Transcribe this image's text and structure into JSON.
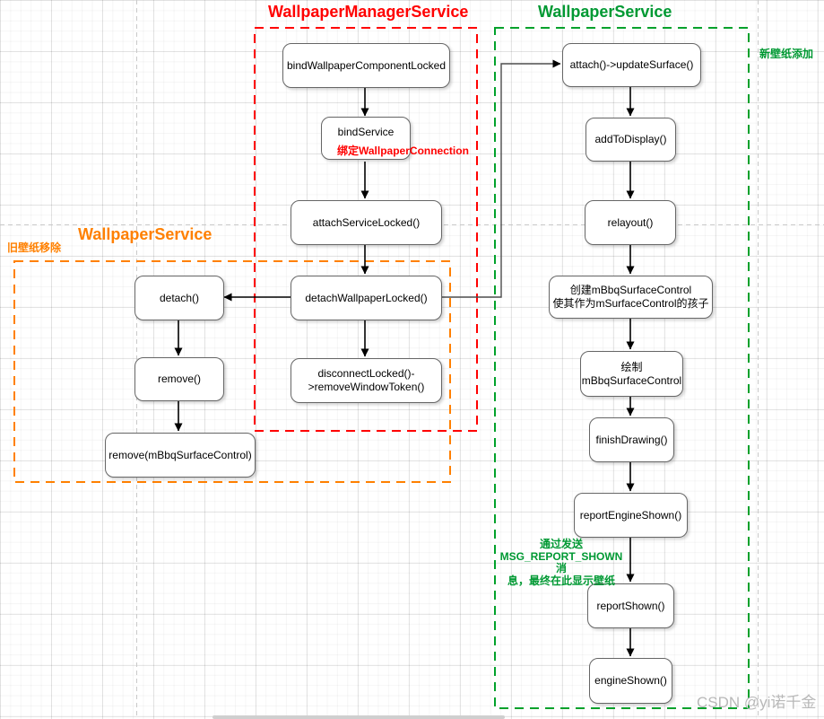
{
  "groups": {
    "manager": {
      "title": "WallpaperManagerService",
      "color": "#ff0000"
    },
    "new_wallpaper": {
      "title": "WallpaperService",
      "tag": "新壁纸添加",
      "color": "#00a12b"
    },
    "old_wallpaper": {
      "title": "WallpaperService",
      "tag": "旧壁纸移除",
      "color": "#ff8000"
    }
  },
  "nodes": {
    "bindWallpaperComponentLocked": {
      "label": "bindWallpaperComponentLocked"
    },
    "bindService": {
      "label": "bindService",
      "note": "绑定WallpaperConnection"
    },
    "attachServiceLocked": {
      "label": "attachServiceLocked()"
    },
    "detachWallpaperLocked": {
      "label": "detachWallpaperLocked()"
    },
    "disconnectLocked": {
      "label": "disconnectLocked()-\n>removeWindowToken()"
    },
    "detach": {
      "label": "detach()"
    },
    "remove": {
      "label": "remove()"
    },
    "removeMBbq": {
      "label": "remove(mBbqSurfaceControl)"
    },
    "attachUpdateSurface": {
      "label": "attach()->updateSurface()"
    },
    "addToDisplay": {
      "label": "addToDisplay()"
    },
    "relayout": {
      "label": "relayout()"
    },
    "createMBbq": {
      "label": "创建mBbqSurfaceControl\n使其作为mSurfaceControl的孩子"
    },
    "drawMBbq": {
      "label": "绘制\nmBbqSurfaceControl"
    },
    "finishDrawing": {
      "label": "finishDrawing()"
    },
    "reportEngineShown": {
      "label": "reportEngineShown()"
    },
    "reportShown": {
      "label": "reportShown()"
    },
    "engineShown": {
      "label": "engineShown()"
    }
  },
  "annotations": {
    "report_note": "通过发送\nMSG_REPORT_SHOWN消\n息，最终在此显示壁纸"
  },
  "watermark": "CSDN @yi诺千金",
  "colors": {
    "node_border": "#666666",
    "connector": "#000000",
    "page_divider": "#c9c9c9",
    "watermark": "#b8b8b8",
    "note_green": "#009933",
    "note_red": "#ff0000"
  }
}
